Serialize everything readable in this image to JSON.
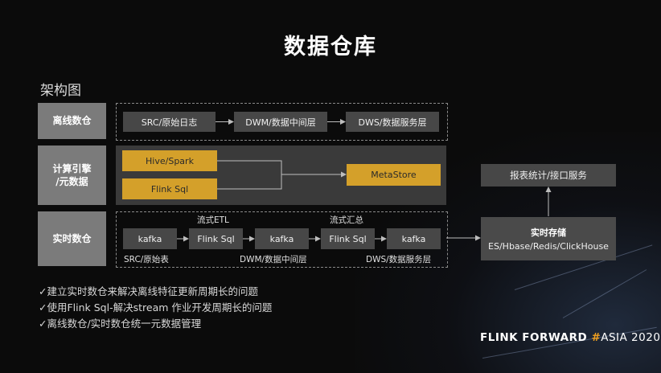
{
  "title": "数据仓库",
  "subtitle": "架构图",
  "rows": {
    "offline": "离线数仓",
    "engine_line1": "计算引擎",
    "engine_line2": "/元数据",
    "realtime": "实时数仓"
  },
  "offline_flow": [
    "SRC/原始日志",
    "DWM/数据中间层",
    "DWS/数据服务层"
  ],
  "engine": {
    "hive_spark": "Hive/Spark",
    "flink_sql": "Flink Sql",
    "metastore": "MetaStore"
  },
  "realtime_flow": {
    "kafka1": "kafka",
    "flink1": "Flink Sql",
    "kafka2": "kafka",
    "flink2": "Flink Sql",
    "kafka3": "kafka",
    "label_etl": "流式ETL",
    "label_agg": "流式汇总",
    "label_src": "SRC/原始表",
    "label_dwm": "DWM/数据中间层",
    "label_dws": "DWS/数据服务层"
  },
  "right": {
    "report": "报表统计/接口服务",
    "storage_title": "实时存储",
    "storage_sub": "ES/Hbase/Redis/ClickHouse"
  },
  "bullets": [
    "✓建立实时数仓来解决离线特征更新周期长的问题",
    "✓使用Flink Sql-解决stream 作业开发周期长的问题",
    "✓离线数仓/实时数仓统一元数据管理"
  ],
  "footer": {
    "part1": "FLINK FORWARD ",
    "hash": "#",
    "part2": "ASIA 2020"
  },
  "colors": {
    "background": "#0b0b0b",
    "row_label": "#7b7b7b",
    "box": "#474747",
    "accent_yellow": "#d4a02a",
    "accent_orange": "#f0a020"
  }
}
